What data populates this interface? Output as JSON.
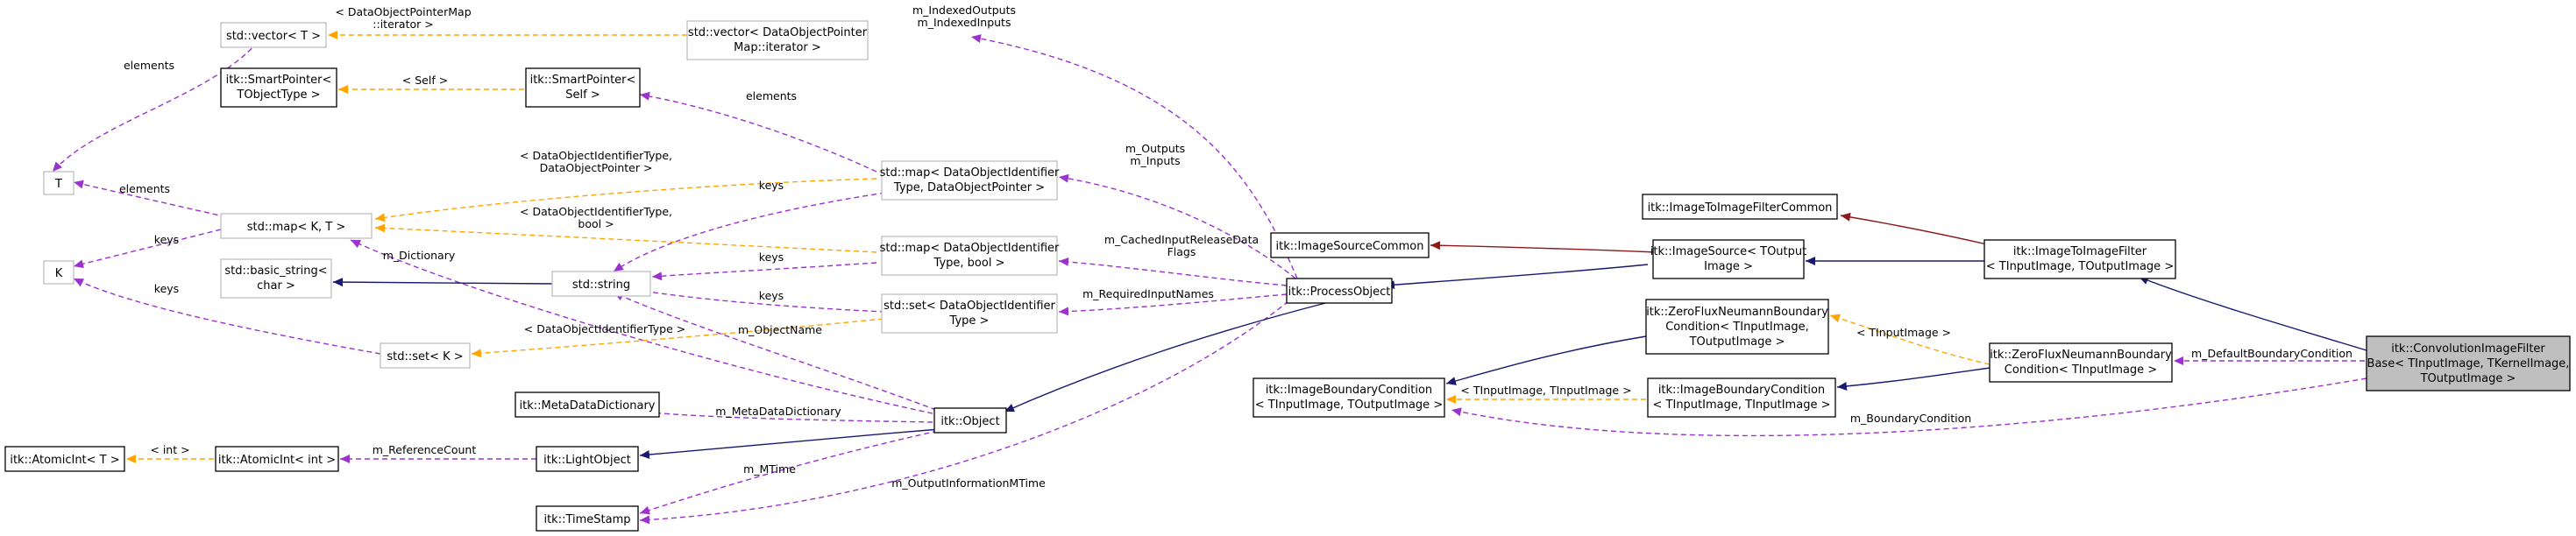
{
  "nodes": {
    "vector_T": {
      "lines": [
        "std::vector< T >"
      ]
    },
    "vector_dop": {
      "lines": [
        "std::vector< DataObjectPointer",
        "Map::iterator >"
      ]
    },
    "smartptr_tobj": {
      "lines": [
        "itk::SmartPointer<",
        "TObjectType >"
      ]
    },
    "smartptr_self": {
      "lines": [
        "itk::SmartPointer<",
        "Self >"
      ]
    },
    "t": {
      "lines": [
        "T"
      ]
    },
    "k": {
      "lines": [
        "K"
      ]
    },
    "map_kt": {
      "lines": [
        "std::map< K, T >"
      ]
    },
    "map_doid_dop": {
      "lines": [
        "std::map< DataObjectIdentifier",
        "Type, DataObjectPointer >"
      ]
    },
    "map_doid_bool": {
      "lines": [
        "std::map< DataObjectIdentifier",
        "Type, bool >"
      ]
    },
    "basic_string": {
      "lines": [
        "std::basic_string<",
        "char >"
      ]
    },
    "string": {
      "lines": [
        "std::string"
      ]
    },
    "set_doid": {
      "lines": [
        "std::set< DataObjectIdentifier",
        "Type >"
      ]
    },
    "set_k": {
      "lines": [
        "std::set< K >"
      ]
    },
    "metadict": {
      "lines": [
        "itk::MetaDataDictionary"
      ]
    },
    "object": {
      "lines": [
        "itk::Object"
      ]
    },
    "lightobject": {
      "lines": [
        "itk::LightObject"
      ]
    },
    "atomicint_T": {
      "lines": [
        "itk::AtomicInt< T >"
      ]
    },
    "atomicint_int": {
      "lines": [
        "itk::AtomicInt< int >"
      ]
    },
    "timestamp": {
      "lines": [
        "itk::TimeStamp"
      ]
    },
    "processobject": {
      "lines": [
        "itk::ProcessObject"
      ]
    },
    "imagesourcecommon": {
      "lines": [
        "itk::ImageSourceCommon"
      ]
    },
    "imagesource": {
      "lines": [
        "itk::ImageSource< TOutput",
        "Image >"
      ]
    },
    "itifcommon": {
      "lines": [
        "itk::ImageToImageFilterCommon"
      ]
    },
    "itif": {
      "lines": [
        "itk::ImageToImageFilter",
        "< TInputImage, TOutputImage >"
      ]
    },
    "zfnbc_full": {
      "lines": [
        "itk::ZeroFluxNeumannBoundary",
        "Condition< TInputImage,",
        "TOutputImage >"
      ]
    },
    "ibc_in_out": {
      "lines": [
        "itk::ImageBoundaryCondition",
        "< TInputImage, TOutputImage >"
      ]
    },
    "ibc_in_in": {
      "lines": [
        "itk::ImageBoundaryCondition",
        "< TInputImage, TInputImage >"
      ]
    },
    "zfnbc_in": {
      "lines": [
        "itk::ZeroFluxNeumannBoundary",
        "Condition< TInputImage >"
      ]
    },
    "convbase": {
      "lines": [
        "itk::ConvolutionImageFilter",
        "Base< TInputImage, TKernelImage,",
        "TOutputImage >"
      ]
    }
  },
  "edge_labels": {
    "dopmap_iterator": [
      "< DataObjectPointerMap",
      "::iterator >"
    ],
    "indexed": [
      "m_IndexedOutputs",
      "m_IndexedInputs"
    ],
    "elements_vector": [
      "elements"
    ],
    "self": [
      "< Self >"
    ],
    "elements_smart": [
      "elements"
    ],
    "doid_dop": [
      "< DataObjectIdentifierType,",
      "DataObjectPointer >"
    ],
    "outputs_inputs": [
      "m_Outputs",
      "m_Inputs"
    ],
    "elements_map": [
      "elements"
    ],
    "keys_map": [
      "keys"
    ],
    "keys_string": [
      "keys"
    ],
    "doid_bool": [
      "< DataObjectIdentifierType,",
      "bool >"
    ],
    "cached_flags": [
      "m_CachedInputReleaseData",
      "Flags"
    ],
    "dictionary": [
      "m_Dictionary"
    ],
    "keys_set_string": [
      "keys"
    ],
    "keys_set_k": [
      "keys"
    ],
    "required_inputs": [
      "m_RequiredInputNames"
    ],
    "doid_type": [
      "< DataObjectIdentifierType >"
    ],
    "object_name": [
      "m_ObjectName"
    ],
    "metadata_dictionary": [
      "m_MetaDataDictionary"
    ],
    "int": [
      "< int >"
    ],
    "reference_count": [
      "m_ReferenceCount"
    ],
    "mtime": [
      "m_MTime"
    ],
    "output_info_mtime": [
      "m_OutputInformationMTime"
    ],
    "tinput": [
      "< TInputImage >"
    ],
    "tinput_tinput": [
      "< TInputImage, TInputImage >"
    ],
    "default_boundary": [
      "m_DefaultBoundaryCondition"
    ],
    "boundary": [
      "m_BoundaryCondition"
    ]
  },
  "colors": {
    "association": "#9a32cd",
    "template": "#ffa500",
    "inheritance": "#191970",
    "private_inheritance": "#8b1a1a",
    "focus_fill": "#bfbfbf"
  }
}
